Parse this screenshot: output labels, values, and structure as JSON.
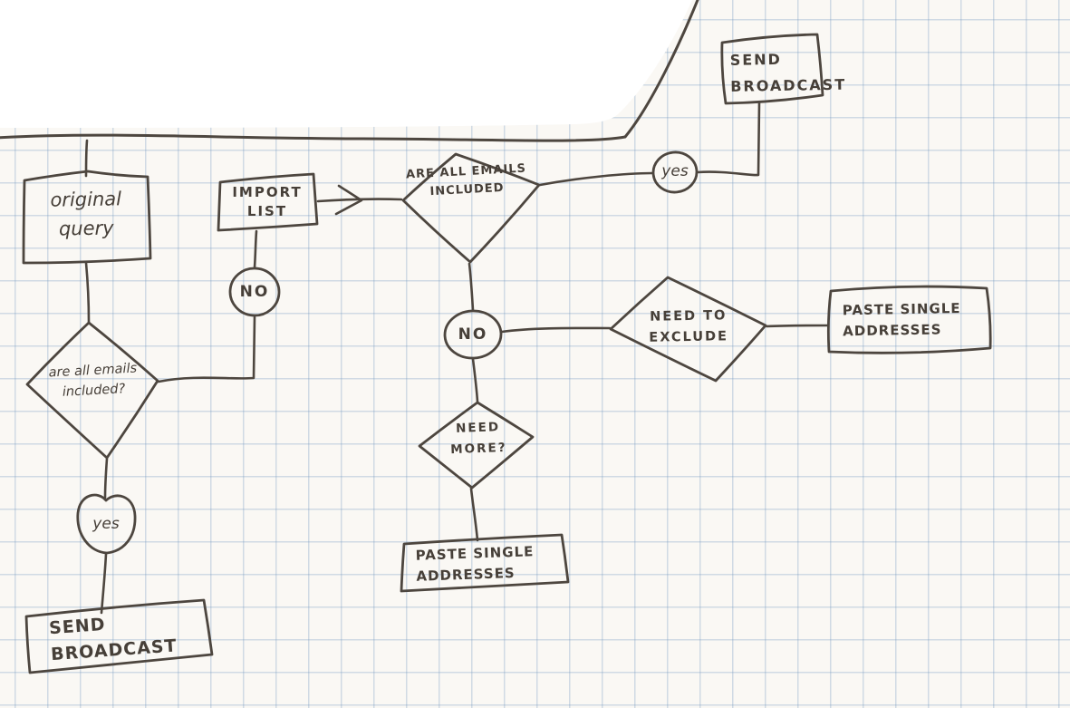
{
  "diagram_type": "hand-drawn flowchart on graph paper",
  "colors": {
    "ink": "#4d463f",
    "paper": "#faf8f4",
    "grid": "#7da0c3",
    "blank_margin": "#ffffff"
  },
  "nodes": [
    {
      "id": "send-broadcast-top",
      "type": "process",
      "label": "SEND BROADCAST"
    },
    {
      "id": "original-query",
      "type": "process",
      "label": "original query"
    },
    {
      "id": "import-list",
      "type": "process",
      "label": "IMPORT LIST"
    },
    {
      "id": "decision-main",
      "type": "decision",
      "label": "ARE ALL EMAILS INCLUDED"
    },
    {
      "id": "yes-top",
      "type": "connector",
      "label": "yes"
    },
    {
      "id": "no-left",
      "type": "connector",
      "label": "NO"
    },
    {
      "id": "decision-left",
      "type": "decision",
      "label": "are all emails included?"
    },
    {
      "id": "yes-left",
      "type": "connector",
      "label": "yes"
    },
    {
      "id": "send-broadcast-bottom",
      "type": "process",
      "label": "SEND BROADCAST"
    },
    {
      "id": "no-main",
      "type": "connector",
      "label": "NO"
    },
    {
      "id": "need-to-exclude",
      "type": "decision",
      "label": "NEED TO EXCLUDE"
    },
    {
      "id": "paste-single-right",
      "type": "process",
      "label": "PASTE SINGLE ADDRESSES"
    },
    {
      "id": "need-more",
      "type": "decision",
      "label": "NEED MORE?"
    },
    {
      "id": "paste-single-bottom",
      "type": "process",
      "label": "PASTE SINGLE ADDRESSES"
    }
  ],
  "edges": [
    {
      "from": "original-query",
      "to": "decision-left"
    },
    {
      "from": "decision-left",
      "to": "yes-left"
    },
    {
      "from": "yes-left",
      "to": "send-broadcast-bottom"
    },
    {
      "from": "decision-left",
      "to": "no-left"
    },
    {
      "from": "no-left",
      "to": "import-list"
    },
    {
      "from": "import-list",
      "to": "decision-main",
      "arrow": true
    },
    {
      "from": "decision-main",
      "to": "yes-top"
    },
    {
      "from": "yes-top",
      "to": "send-broadcast-top"
    },
    {
      "from": "decision-main",
      "to": "no-main"
    },
    {
      "from": "no-main",
      "to": "need-to-exclude"
    },
    {
      "from": "need-to-exclude",
      "to": "paste-single-right"
    },
    {
      "from": "no-main",
      "to": "need-more"
    },
    {
      "from": "need-more",
      "to": "paste-single-bottom"
    }
  ]
}
